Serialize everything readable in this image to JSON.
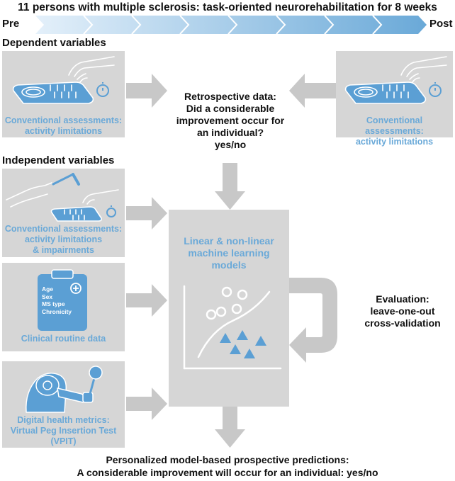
{
  "title": "11 persons with multiple sclerosis: task-oriented neurorehabilitation for 8 weeks",
  "timeline": {
    "pre": "Pre",
    "post": "Post"
  },
  "sections": {
    "dependent": "Dependent variables",
    "independent": "Independent variables"
  },
  "panels": {
    "dep_left": {
      "line1": "Conventional assessments:",
      "line2": "activity limitations"
    },
    "dep_right": {
      "line1": "Conventional assessments:",
      "line2": "activity limitations"
    },
    "ind_conventional": {
      "line1": "Conventional assessments:",
      "line2": "activity limitations",
      "line3": "& impairments"
    },
    "ind_clinical": {
      "line1": "Clinical routine data"
    },
    "ind_digital": {
      "line1": "Digital health metrics:",
      "line2": "Virtual Peg Insertion Test",
      "line3": "(VPIT)"
    }
  },
  "clipboard": {
    "line1": "Age",
    "line2": "Sex",
    "line3": "MS type",
    "line4": "Chronicity"
  },
  "retrospective": {
    "line1": "Retrospective data:",
    "line2": "Did a considerable",
    "line3": "improvement occur for",
    "line4": "an individual?",
    "line5": "yes/no"
  },
  "model": {
    "line1": "Linear & non-linear",
    "line2": "machine learning",
    "line3": "models"
  },
  "evaluation": {
    "line1": "Evaluation:",
    "line2": "leave-one-out",
    "line3": "cross-validation"
  },
  "prediction": {
    "line1": "Personalized model-based prospective predictions:",
    "line2": "A considerable improvement will occur for an individual: yes/no"
  },
  "colors": {
    "accent": "#6aa9d8",
    "panel": "#d6d6d6",
    "arrow": "#c8c8c8",
    "mark": "#5b9fd4"
  }
}
